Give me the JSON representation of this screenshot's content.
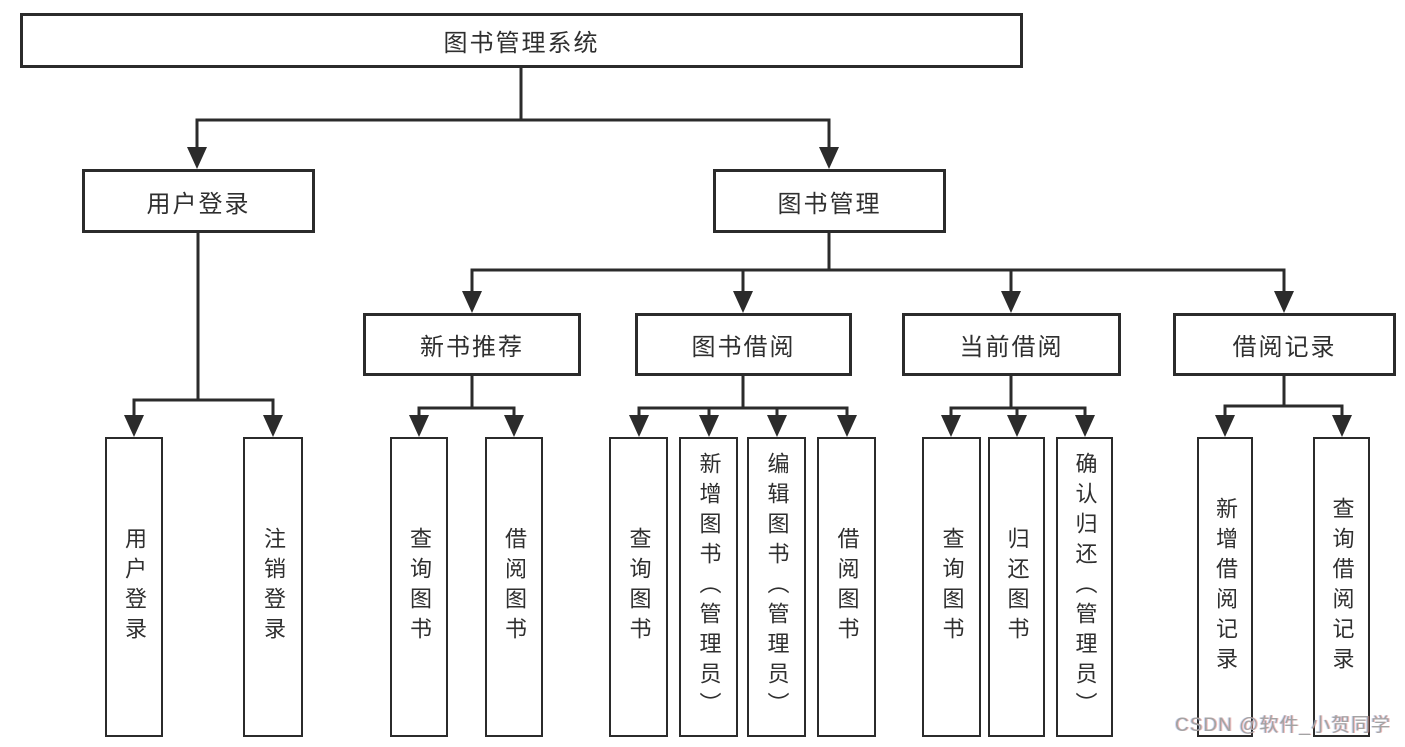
{
  "diagram": {
    "title": "图书管理系统",
    "root": "图书管理系统",
    "user_login": {
      "label": "用户登录",
      "children": [
        "用户登录",
        "注销登录"
      ]
    },
    "book_mgmt": {
      "label": "图书管理",
      "groups": [
        {
          "label": "新书推荐",
          "children": [
            "查询图书",
            "借阅图书"
          ]
        },
        {
          "label": "图书借阅",
          "children": [
            "查询图书",
            "新增图书（管理员）",
            "编辑图书（管理员）",
            "借阅图书"
          ]
        },
        {
          "label": "当前借阅",
          "children": [
            "查询图书",
            "归还图书",
            "确认归还（管理员）"
          ]
        },
        {
          "label": "借阅记录",
          "children": [
            "新增借阅记录",
            "查询借阅记录"
          ]
        }
      ]
    }
  },
  "watermark": {
    "text": "CSDN @软件_小贺同学"
  },
  "colors": {
    "line": "#2b2b2b",
    "box_border": "#2b2b2b",
    "box_fill": "#ffffff",
    "text": "#2f2f2f",
    "watermark": "#a3a3a3"
  }
}
